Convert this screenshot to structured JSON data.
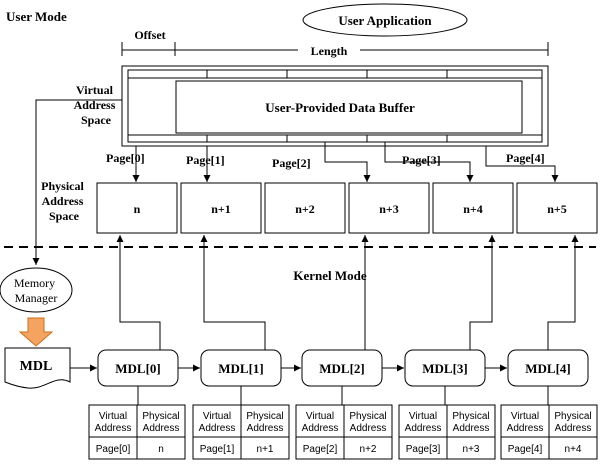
{
  "modes": {
    "user": "User Mode",
    "kernel": "Kernel Mode"
  },
  "user_application": "User Application",
  "offset_label": "Offset",
  "length_label": "Length",
  "virtual_space_label": [
    "Virtual",
    "Address",
    "Space"
  ],
  "physical_space_label": [
    "Physical",
    "Address",
    "Space"
  ],
  "data_buffer_label": "User-Provided Data Buffer",
  "pages": [
    "Page[0]",
    "Page[1]",
    "Page[2]",
    "Page[3]",
    "Page[4]"
  ],
  "physical_pages": [
    "n",
    "n+1",
    "n+2",
    "n+3",
    "n+4",
    "n+5"
  ],
  "memory_manager": [
    "Memory",
    "Manager"
  ],
  "mdl_source": "MDL",
  "mdls": [
    "MDL[0]",
    "MDL[1]",
    "MDL[2]",
    "MDL[3]",
    "MDL[4]"
  ],
  "mdl_table": {
    "headers": [
      [
        "Virtual",
        "Address"
      ],
      [
        "Physical",
        "Address"
      ]
    ],
    "rows": [
      [
        "Page[0]",
        "n"
      ],
      [
        "Page[1]",
        "n+1"
      ],
      [
        "Page[2]",
        "n+2"
      ],
      [
        "Page[3]",
        "n+3"
      ],
      [
        "Page[4]",
        "n+4"
      ]
    ]
  },
  "colors": {
    "line": "#000000",
    "arrow_fill": "#f4a460",
    "arrow_stroke": "#cc6f1a"
  }
}
